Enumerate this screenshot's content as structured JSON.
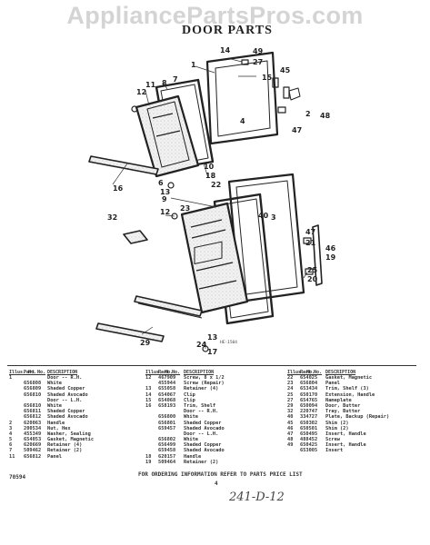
{
  "watermark": "AppliancePartsPros.com",
  "title": "DOOR PARTS",
  "diagram_code": "HE-1504",
  "callouts": [
    "49",
    "27",
    "15",
    "14",
    "45",
    "1",
    "7",
    "8",
    "11",
    "12",
    "2",
    "47",
    "4",
    "48",
    "10",
    "18",
    "16",
    "6",
    "13",
    "9",
    "22",
    "3",
    "32",
    "23",
    "40",
    "12",
    "47",
    "21",
    "46",
    "19",
    "25",
    "20",
    "29",
    "13",
    "17",
    "24"
  ],
  "table_headers": {
    "num": "Illus. No.",
    "part": "Part No.",
    "desc": "DESCRIPTION"
  },
  "col1": [
    [
      "1",
      "",
      "Door -- R.H."
    ],
    [
      "",
      "656808",
      "White"
    ],
    [
      "",
      "656809",
      "Shaded Copper"
    ],
    [
      "",
      "656810",
      "Shaded Avocado"
    ],
    [
      "",
      "",
      "Door -- L.H."
    ],
    [
      "",
      "656810",
      "White"
    ],
    [
      "",
      "656811",
      "Shaded Copper"
    ],
    [
      "",
      "656812",
      "Shaded Avocado"
    ],
    [
      "2",
      "620063",
      "Handle"
    ],
    [
      "3",
      "200534",
      "Nut, Hex"
    ],
    [
      "4",
      "455349",
      "Washer, Sealing"
    ],
    [
      "5",
      "654053",
      "Gasket, Magnetic"
    ],
    [
      "6",
      "620669",
      "Retainer (4)"
    ],
    [
      "7",
      "509462",
      "Retainer (2)"
    ],
    [
      "11",
      "656812",
      "Panel"
    ]
  ],
  "col2": [
    [
      "12",
      "467909",
      "Screw, 8 x 1/2"
    ],
    [
      "",
      "455944",
      "Screw (Repair)"
    ],
    [
      "13",
      "655058",
      "Retainer (4)"
    ],
    [
      "14",
      "654067",
      "Clip"
    ],
    [
      "15",
      "654068",
      "Clip"
    ],
    [
      "16",
      "658193",
      "Trim, Shelf"
    ],
    [
      "",
      "",
      "Door -- R.H."
    ],
    [
      "",
      "656800",
      "White"
    ],
    [
      "",
      "656801",
      "Shaded Copper"
    ],
    [
      "",
      "659457",
      "Shaded Avocado"
    ],
    [
      "",
      "",
      "Door -- L.H."
    ],
    [
      "",
      "656802",
      "White"
    ],
    [
      "",
      "656499",
      "Shaded Copper"
    ],
    [
      "",
      "659458",
      "Shaded Avocado"
    ],
    [
      "18",
      "620157",
      "Handle"
    ],
    [
      "19",
      "509464",
      "Retainer (2)"
    ]
  ],
  "col3": [
    [
      "22",
      "654025",
      "Gasket, Magnetic"
    ],
    [
      "23",
      "656804",
      "Panel"
    ],
    [
      "24",
      "653434",
      "Trim, Shelf (3)"
    ],
    [
      "25",
      "650170",
      "Extension, Handle"
    ],
    [
      "27",
      "654765",
      "Nameplate"
    ],
    [
      "29",
      "650094",
      "Door, Butter"
    ],
    [
      "32",
      "220747",
      "Tray, Butter"
    ],
    [
      "40",
      "334727",
      "Plate, Backup (Repair)"
    ],
    [
      "45",
      "650302",
      "Shim (2)"
    ],
    [
      "46",
      "650501",
      "Shim (2)"
    ],
    [
      "47",
      "650495",
      "Insert, Handle"
    ],
    [
      "48",
      "488452",
      "Screw"
    ],
    [
      "49",
      "650425",
      "Insert, Handle"
    ],
    [
      "",
      "653005",
      "Insert"
    ]
  ],
  "footer": {
    "left_code": "70594",
    "note": "FOR ORDERING INFORMATION REFER TO PARTS PRICE LIST",
    "page": "4",
    "handwritten": "241-D-12"
  }
}
